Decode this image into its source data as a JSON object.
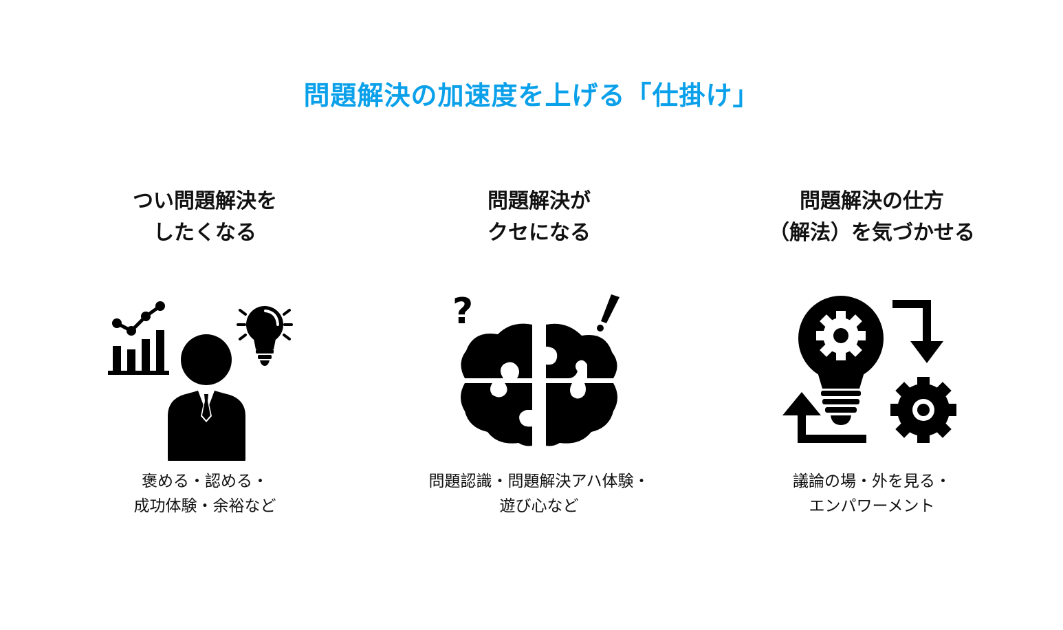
{
  "title": "問題解決の加速度を上げる「仕掛け」",
  "colors": {
    "title": "#0aa0ea",
    "icon": "#000000",
    "text": "#111111"
  },
  "columns": [
    {
      "heading_lines": [
        "つい問題解決を",
        "したくなる"
      ],
      "icon": "businessman-chart-lightbulb-icon",
      "desc_lines": [
        "褒める・認める・",
        "成功体験・余裕など"
      ]
    },
    {
      "heading_lines": [
        "問題解決が",
        "クセになる"
      ],
      "icon": "brain-puzzle-icon",
      "desc_lines": [
        "問題認識・問題解決アハ体験・",
        "遊び心など"
      ]
    },
    {
      "heading_lines": [
        "問題解決の仕方",
        "（解法）を気づかせる"
      ],
      "icon": "lightbulb-gear-cycle-icon",
      "desc_lines": [
        "議論の場・外を見る・",
        "エンパワーメント"
      ]
    }
  ]
}
